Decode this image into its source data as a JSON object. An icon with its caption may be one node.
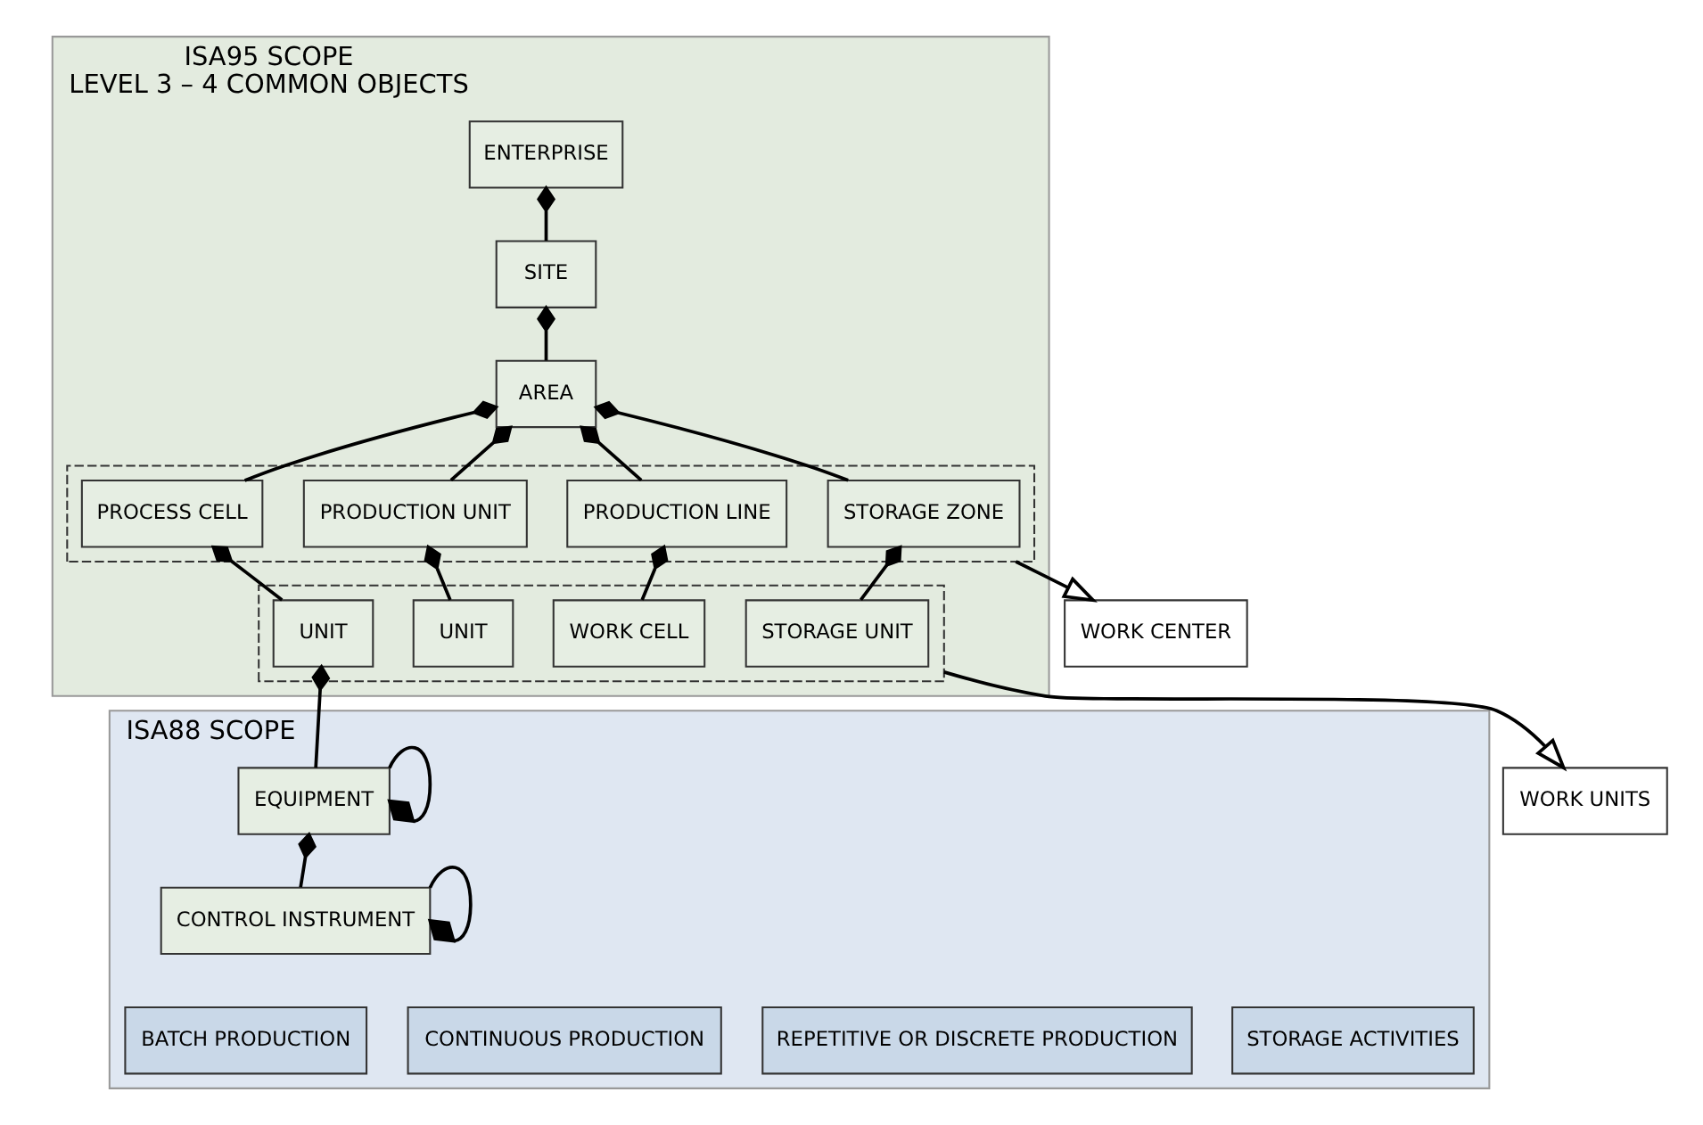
{
  "diagram": {
    "nodes": [
      {
        "text": [
          "ISA95 SCOPE",
          "LEVEL 3 – 4 COMMON OBJECTS"
        ]
      },
      {
        "text": [
          "ENTERPRISE"
        ],
        "in": 0
      },
      {
        "text": [
          "SITE"
        ],
        "in": 0
      },
      {
        "text": [
          "AREA"
        ],
        "in": 0
      },
      {
        "text": [],
        "shape": "box",
        "in": 0
      },
      {
        "text": [
          "PROCESS CELL"
        ],
        "in": 4
      },
      {
        "text": [
          "PRODUCTION UNIT"
        ],
        "in": 4
      },
      {
        "text": [
          "PRODUCTION LINE"
        ],
        "in": 4
      },
      {
        "text": [
          "STORAGE ZONE"
        ],
        "in": 4
      },
      {
        "text": [],
        "shape": "box",
        "in": 0
      },
      {
        "text": [
          "UNIT"
        ],
        "in": 9
      },
      {
        "text": [
          "UNIT"
        ],
        "in": 9
      },
      {
        "text": [
          "WORK CELL"
        ],
        "in": 9
      },
      {
        "text": [
          "STORAGE UNIT"
        ],
        "in": 9
      },
      {
        "text": [
          "WORK CENTER"
        ]
      },
      {
        "text": [
          "WORK UNITS"
        ]
      },
      {
        "text": [
          "ISA88 SCOPE"
        ]
      },
      {
        "text": [
          "EQUIPMENT"
        ],
        "in": 16
      },
      {
        "text": [
          "CONTROL INSTRUMENT"
        ],
        "in": 16
      },
      {
        "text": [
          "BATCH PRODUCTION"
        ],
        "in": 16
      },
      {
        "text": [
          "CONTINUOUS PRODUCTION"
        ],
        "in": 16
      },
      {
        "text": [
          "REPETITIVE OR DISCRETE PRODUCTION"
        ],
        "in": 16
      },
      {
        "text": [
          "STORAGE ACTIVITIES"
        ],
        "in": 16
      }
    ],
    "edges": [
      {
        "from": 2,
        "to": 1,
        "arrow": "other"
      },
      {
        "from": 3,
        "to": 2,
        "arrow": "other"
      },
      {
        "from": 5,
        "to": 3,
        "arrow": "other"
      },
      {
        "from": 6,
        "to": 3,
        "arrow": "other"
      },
      {
        "from": 7,
        "to": 3,
        "arrow": "other"
      },
      {
        "from": 8,
        "to": 3,
        "arrow": "other"
      },
      {
        "from": 10,
        "to": 5,
        "arrow": "other"
      },
      {
        "from": 11,
        "to": 6,
        "arrow": "other"
      },
      {
        "from": 12,
        "to": 7,
        "arrow": "other"
      },
      {
        "from": 13,
        "to": 8,
        "arrow": "other"
      },
      {
        "from": 17,
        "to": 10,
        "arrow": "other"
      },
      {
        "from": 17,
        "to": 17,
        "arrow": "other"
      },
      {
        "from": 18,
        "to": 17,
        "arrow": "other"
      },
      {
        "from": 18,
        "to": 18,
        "arrow": "other"
      },
      {
        "from": 4,
        "to": 14,
        "arrow": "to"
      },
      {
        "from": 9,
        "to": 15,
        "arrow": "to"
      }
    ]
  }
}
